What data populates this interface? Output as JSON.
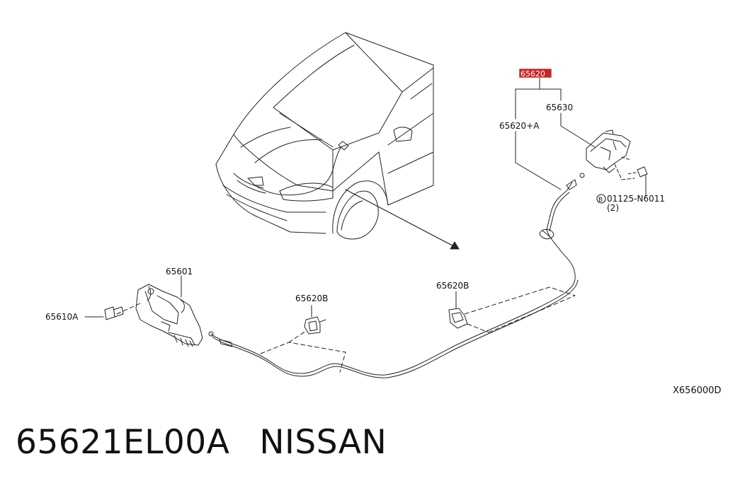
{
  "diagram": {
    "labels": {
      "assembly": "65620",
      "handle": "65630",
      "cable": "65620+A",
      "bolt": "01125-N6011",
      "bolt_qty": "(2)",
      "bolt_marker": "B",
      "lock": "65601",
      "lock_bolt": "65610A",
      "clip_left": "65620B",
      "clip_right": "65620B",
      "figure_code": "X656000D"
    },
    "highlight_color": "#cc2222"
  },
  "footer": {
    "part_number": "65621EL00A",
    "brand": "NISSAN"
  }
}
